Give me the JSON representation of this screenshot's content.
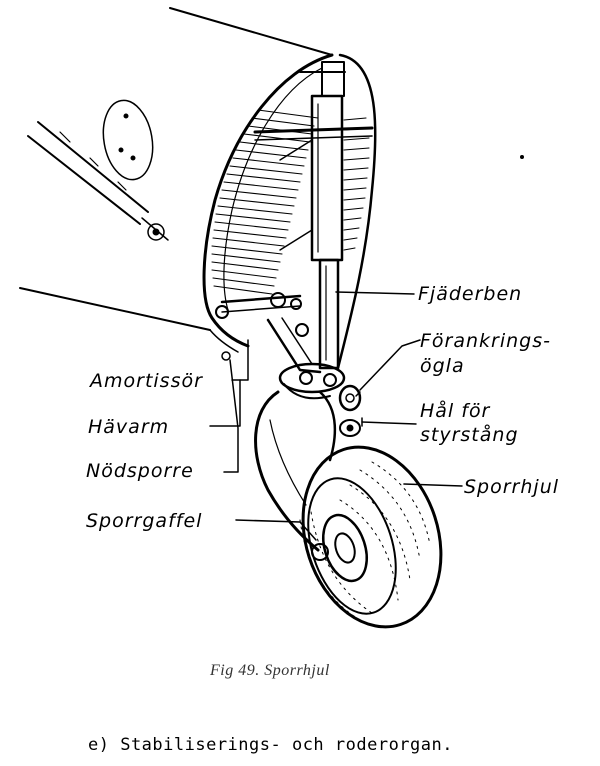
{
  "labels": {
    "fjaderben": "Fjäderben",
    "forankrings_1": "Förankrings-",
    "forankrings_2": "ögla",
    "hol_1": "Hål för",
    "hol_2": "styrstång",
    "amortissor": "Amortissör",
    "havarm": "Hävarm",
    "nodsporre": "Nödsporre",
    "sporrhjul": "Sporrhjul",
    "sporrgaffel": "Sporrgaffel"
  },
  "caption": "Fig 49. Sporrhjul",
  "section_heading": "e)  Stabiliserings-  och  roderorgan."
}
